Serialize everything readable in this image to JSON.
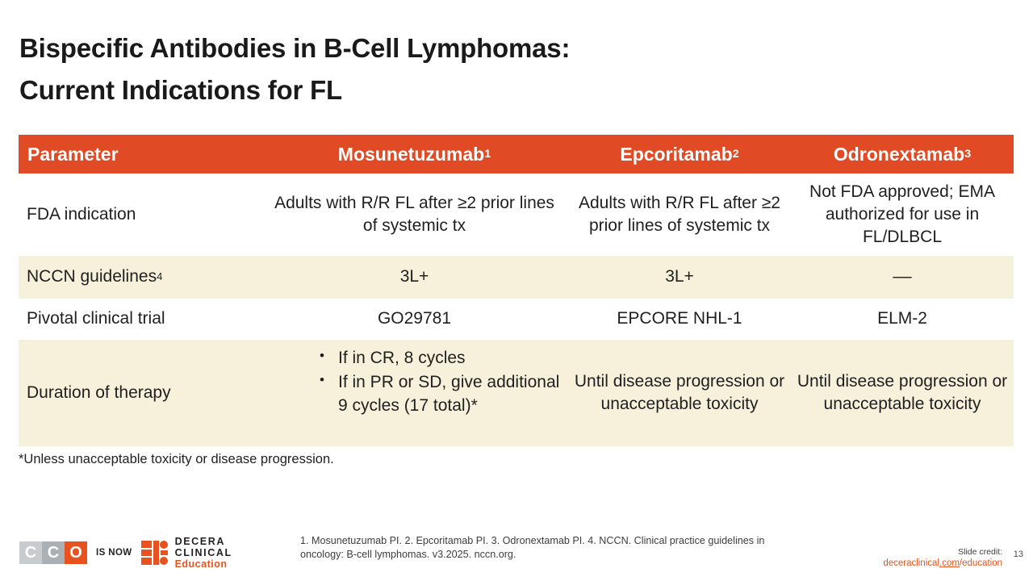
{
  "slide": {
    "title_line1": "Bispecific Antibodies in B-Cell Lymphomas:",
    "title_line2": "Current Indications for FL",
    "footnote": "*Unless unacceptable toxicity or disease progression.",
    "page_number": "13"
  },
  "colors": {
    "header_orange": "#E04A25",
    "row_cream": "#F7F1DC",
    "row_white": "#FFFFFF",
    "brand_orange": "#E8521F",
    "text": "#1F1F1F"
  },
  "table": {
    "headers": [
      {
        "text": "Parameter",
        "sup": ""
      },
      {
        "text": "Mosunetuzumab",
        "sup": "1"
      },
      {
        "text": "Epcoritamab",
        "sup": "2"
      },
      {
        "text": "Odronextamab",
        "sup": "3"
      }
    ],
    "rows": [
      {
        "shade": "white",
        "label": "FDA indication",
        "label_sup": "",
        "mosunetuzumab": "Adults with R/R FL after ≥2 prior lines of systemic tx",
        "epcoritamab": "Adults with R/R FL after ≥2 prior lines of systemic tx",
        "odronextamab": "Not FDA approved; EMA authorized for use in FL/DLBCL"
      },
      {
        "shade": "cream",
        "label": "NCCN guidelines",
        "label_sup": "4",
        "mosunetuzumab": "3L+",
        "epcoritamab": "3L+",
        "odronextamab": "––"
      },
      {
        "shade": "white",
        "label": "Pivotal clinical trial",
        "label_sup": "",
        "mosunetuzumab": "GO29781",
        "epcoritamab": "EPCORE NHL-1",
        "odronextamab": "ELM-2"
      },
      {
        "shade": "cream",
        "label": "Duration of therapy",
        "label_sup": "",
        "mosunetuzumab_bullets": [
          "If in CR, 8 cycles",
          "If in PR or SD, give additional 9 cycles (17 total)*"
        ],
        "epcoritamab": "Until disease progression or unacceptable toxicity",
        "odronextamab": "Until disease progression or unacceptable toxicity"
      }
    ]
  },
  "footer": {
    "cco_letters": [
      "C",
      "C",
      "O"
    ],
    "is_now": "IS NOW",
    "decera_line1": "DECERA",
    "decera_line2": "CLINICAL",
    "decera_line3": "Education",
    "references": "1. Mosunetuzumab PI. 2. Epcoritamab PI. 3. Odronextamab PI. 4. NCCN. Clinical practice guidelines in oncology: B-cell lymphomas. v3.2025. nccn.org.",
    "slide_credit_label": "Slide credit:",
    "slide_credit_url_a": "deceraclinical",
    "slide_credit_url_b": ".com",
    "slide_credit_url_c": "/education"
  }
}
